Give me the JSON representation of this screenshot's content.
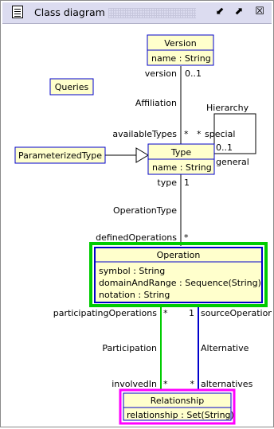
{
  "window": {
    "title": "Class diagram",
    "menu_icon": "document-menu-icon",
    "buttons": [
      "minimize-icon",
      "maximize-icon",
      "close-icon"
    ]
  },
  "classes": {
    "version": {
      "name": "Version",
      "attributes": [
        "name : String"
      ]
    },
    "queries": {
      "name": "Queries"
    },
    "parameterized_type": {
      "name": "ParameterizedType"
    },
    "type": {
      "name": "Type",
      "attributes": [
        "name : String"
      ]
    },
    "operation": {
      "name": "Operation",
      "attributes": [
        "symbol : String",
        "domainAndRange : Sequence(String)",
        "notation : String"
      ],
      "highlight_color": "#00cc00",
      "inner_color": "#0000cc"
    },
    "relationship": {
      "name": "Relationship",
      "attributes": [
        "relationship : Set(String)"
      ],
      "highlight_color": "#ff00ff"
    }
  },
  "associations": {
    "affiliation": {
      "name": "Affiliation",
      "end_a_role": "version",
      "end_a_mult": "0..1",
      "end_b_role": "availableTypes",
      "end_b_mult": "*"
    },
    "hierarchy": {
      "name": "Hierarchy",
      "end_a_role": "special",
      "end_a_mult": "*",
      "end_b_role": "general",
      "end_b_mult": "0..1"
    },
    "operation_type": {
      "name": "OperationType",
      "end_a_role": "type",
      "end_a_mult": "1",
      "end_b_role": "definedOperations",
      "end_b_mult": "*"
    },
    "participation": {
      "name": "Participation",
      "end_a_role": "participatingOperations",
      "end_a_mult": "*",
      "end_b_role": "involvedIn",
      "end_b_mult": "*",
      "color": "#00cc00"
    },
    "alternative": {
      "name": "Alternative",
      "end_a_role": "sourceOperation",
      "end_a_mult": "1",
      "end_b_role": "alternatives",
      "end_b_mult": "*",
      "color": "#0000cc"
    }
  },
  "colors": {
    "class_fill": "#ffffcc",
    "class_border": "#0000cc",
    "titlebar": "#dcdcf0"
  }
}
